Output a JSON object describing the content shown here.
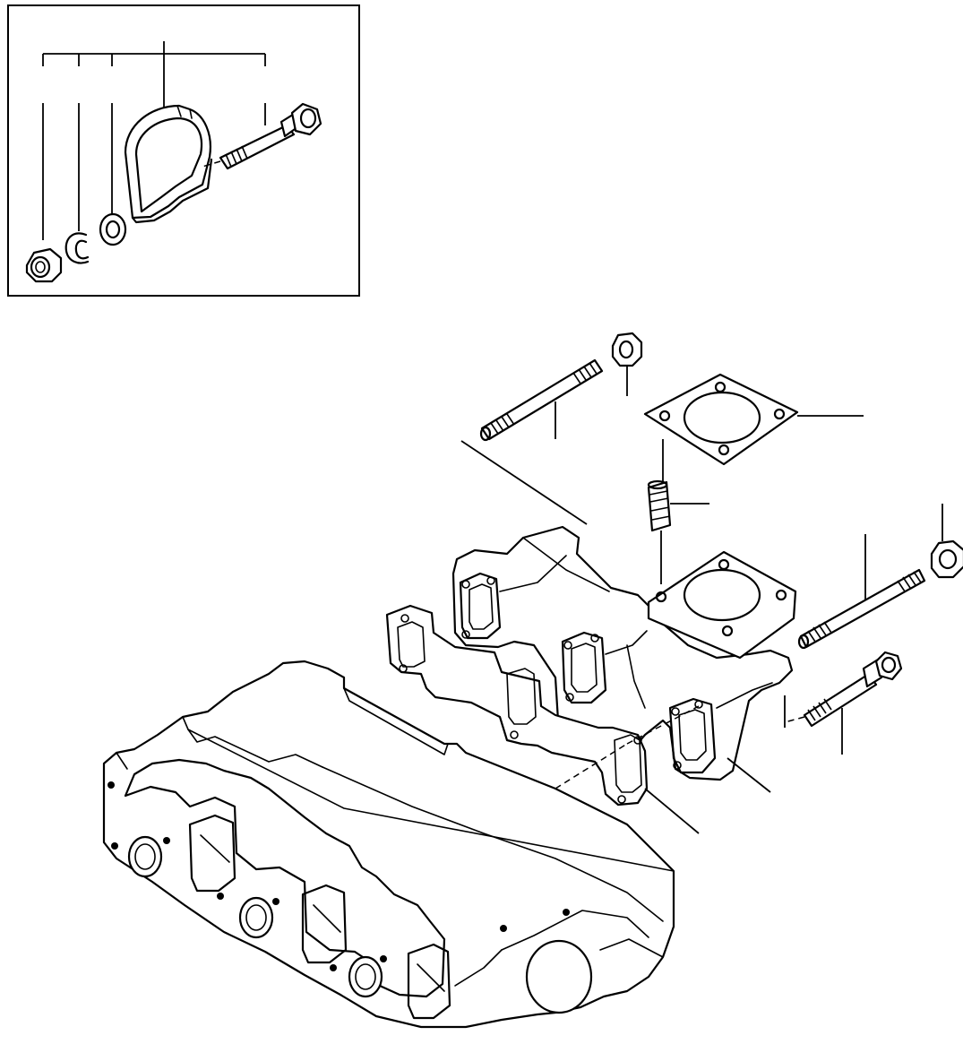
{
  "diagram": {
    "inset_parts": [
      {
        "name": "flange-nut"
      },
      {
        "name": "lock-clip"
      },
      {
        "name": "washer"
      },
      {
        "name": "clamp"
      },
      {
        "name": "clamp-bolt"
      }
    ],
    "main_parts": [
      {
        "name": "manifold-stud-left"
      },
      {
        "name": "flange-nut-top"
      },
      {
        "name": "outlet-gasket"
      },
      {
        "name": "outlet-stud"
      },
      {
        "name": "flange-nut-right"
      },
      {
        "name": "manifold-stud-right"
      },
      {
        "name": "manifold-bolt"
      },
      {
        "name": "exhaust-manifold"
      },
      {
        "name": "manifold-gasket"
      },
      {
        "name": "cylinder-head"
      }
    ]
  }
}
